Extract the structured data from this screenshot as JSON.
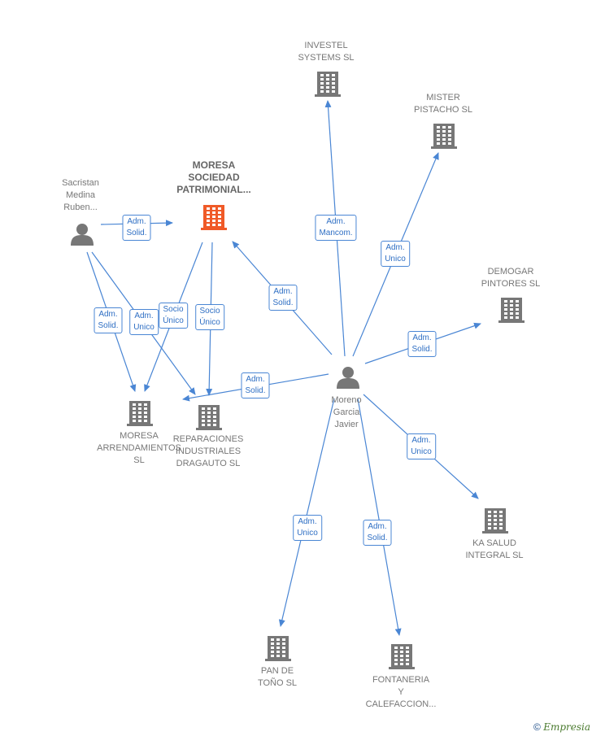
{
  "colors": {
    "edge": "#4a86d4",
    "company": "#777777",
    "highlight": "#f05a28",
    "person": "#777777"
  },
  "nodes": [
    {
      "id": "moresa_sp",
      "kind": "company",
      "highlight": true,
      "label": "MORESA\nSOCIEDAD\nPATRIMONIAL..."
    },
    {
      "id": "sacristan",
      "kind": "person",
      "label": "Sacristan\nMedina\nRuben..."
    },
    {
      "id": "investel",
      "kind": "company",
      "label": "INVESTEL\nSYSTEMS SL"
    },
    {
      "id": "mister",
      "kind": "company",
      "label": "MISTER\nPISTACHO SL"
    },
    {
      "id": "demogar",
      "kind": "company",
      "label": "DEMOGAR\nPINTORES SL"
    },
    {
      "id": "moreno",
      "kind": "person",
      "label": "Moreno\nGarcia\nJavier"
    },
    {
      "id": "moresa_arr",
      "kind": "company",
      "label": "MORESA\nARRENDAMIENTOS\nSL"
    },
    {
      "id": "reparaciones",
      "kind": "company",
      "label": "REPARACIONES\nINDUSTRIALES\nDRAGAUTO SL"
    },
    {
      "id": "kasalud",
      "kind": "company",
      "label": "KA SALUD\nINTEGRAL SL"
    },
    {
      "id": "pandetono",
      "kind": "company",
      "label": "PAN DE\nTOÑO SL"
    },
    {
      "id": "fontaneria",
      "kind": "company",
      "label": "FONTANERIA\nY\nCALEFACCION..."
    }
  ],
  "edges": [
    {
      "label": "Adm.\nSolid."
    },
    {
      "label": "Adm.\nSolid."
    },
    {
      "label": "Adm.\nUnico"
    },
    {
      "label": "Socio\nÚnico"
    },
    {
      "label": "Socio\nÚnico"
    },
    {
      "label": "Adm.\nMancom."
    },
    {
      "label": "Adm.\nUnico"
    },
    {
      "label": "Adm.\nSolid."
    },
    {
      "label": "Adm.\nSolid."
    },
    {
      "label": "Adm.\nSolid."
    },
    {
      "label": "Adm.\nUnico"
    },
    {
      "label": "Adm.\nUnico"
    },
    {
      "label": "Adm.\nSolid."
    }
  ],
  "footer": {
    "copyright": "©",
    "brand": "Empresia"
  }
}
